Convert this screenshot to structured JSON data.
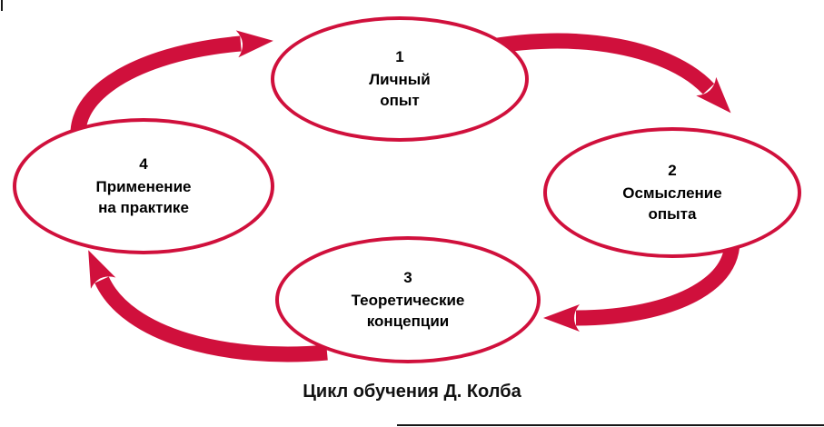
{
  "diagram": {
    "caption": "Цикл обучения Д. Колба",
    "accent_color": "#d0103c",
    "text_color": "#000000",
    "nodes": [
      {
        "number": "1",
        "line1": "Личный",
        "line2": "опыт"
      },
      {
        "number": "2",
        "line1": "Осмысление",
        "line2": "опыта"
      },
      {
        "number": "3",
        "line1": "Теоретические",
        "line2": "концепции"
      },
      {
        "number": "4",
        "line1": "Применение",
        "line2": "на практике"
      }
    ],
    "arrows": [
      {
        "from": "4",
        "to": "1"
      },
      {
        "from": "1",
        "to": "2"
      },
      {
        "from": "2",
        "to": "3"
      },
      {
        "from": "3",
        "to": "4"
      }
    ]
  }
}
